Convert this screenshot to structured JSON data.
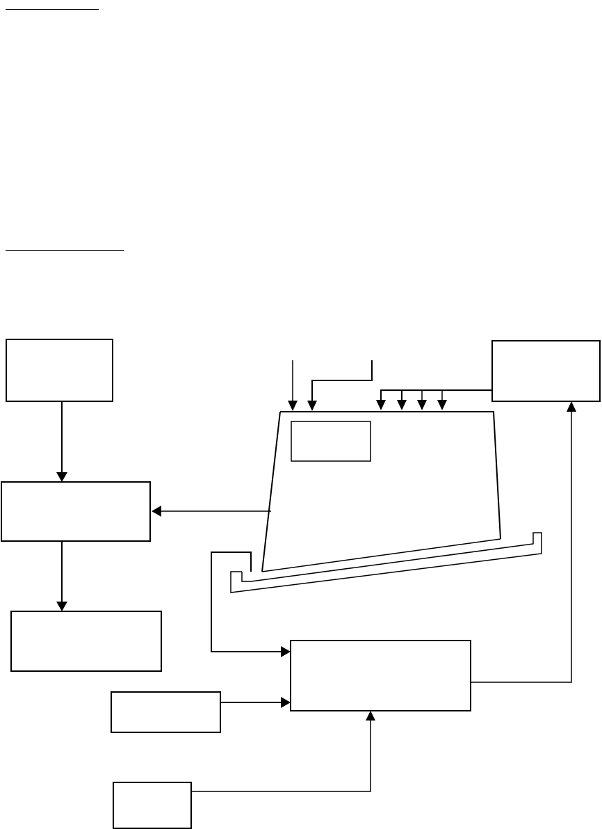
{
  "document": {
    "heading_1": "",
    "heading_2": ""
  },
  "diagram": {
    "nodes": [
      {
        "id": "box-top-left",
        "label": ""
      },
      {
        "id": "box-middle-left",
        "label": ""
      },
      {
        "id": "box-bottom-left",
        "label": ""
      },
      {
        "id": "box-top-right",
        "label": ""
      },
      {
        "id": "box-inner",
        "label": ""
      },
      {
        "id": "box-lower-center",
        "label": ""
      },
      {
        "id": "box-lower-small-1",
        "label": ""
      },
      {
        "id": "box-lower-small-2",
        "label": ""
      },
      {
        "id": "vessel",
        "label": ""
      }
    ]
  }
}
